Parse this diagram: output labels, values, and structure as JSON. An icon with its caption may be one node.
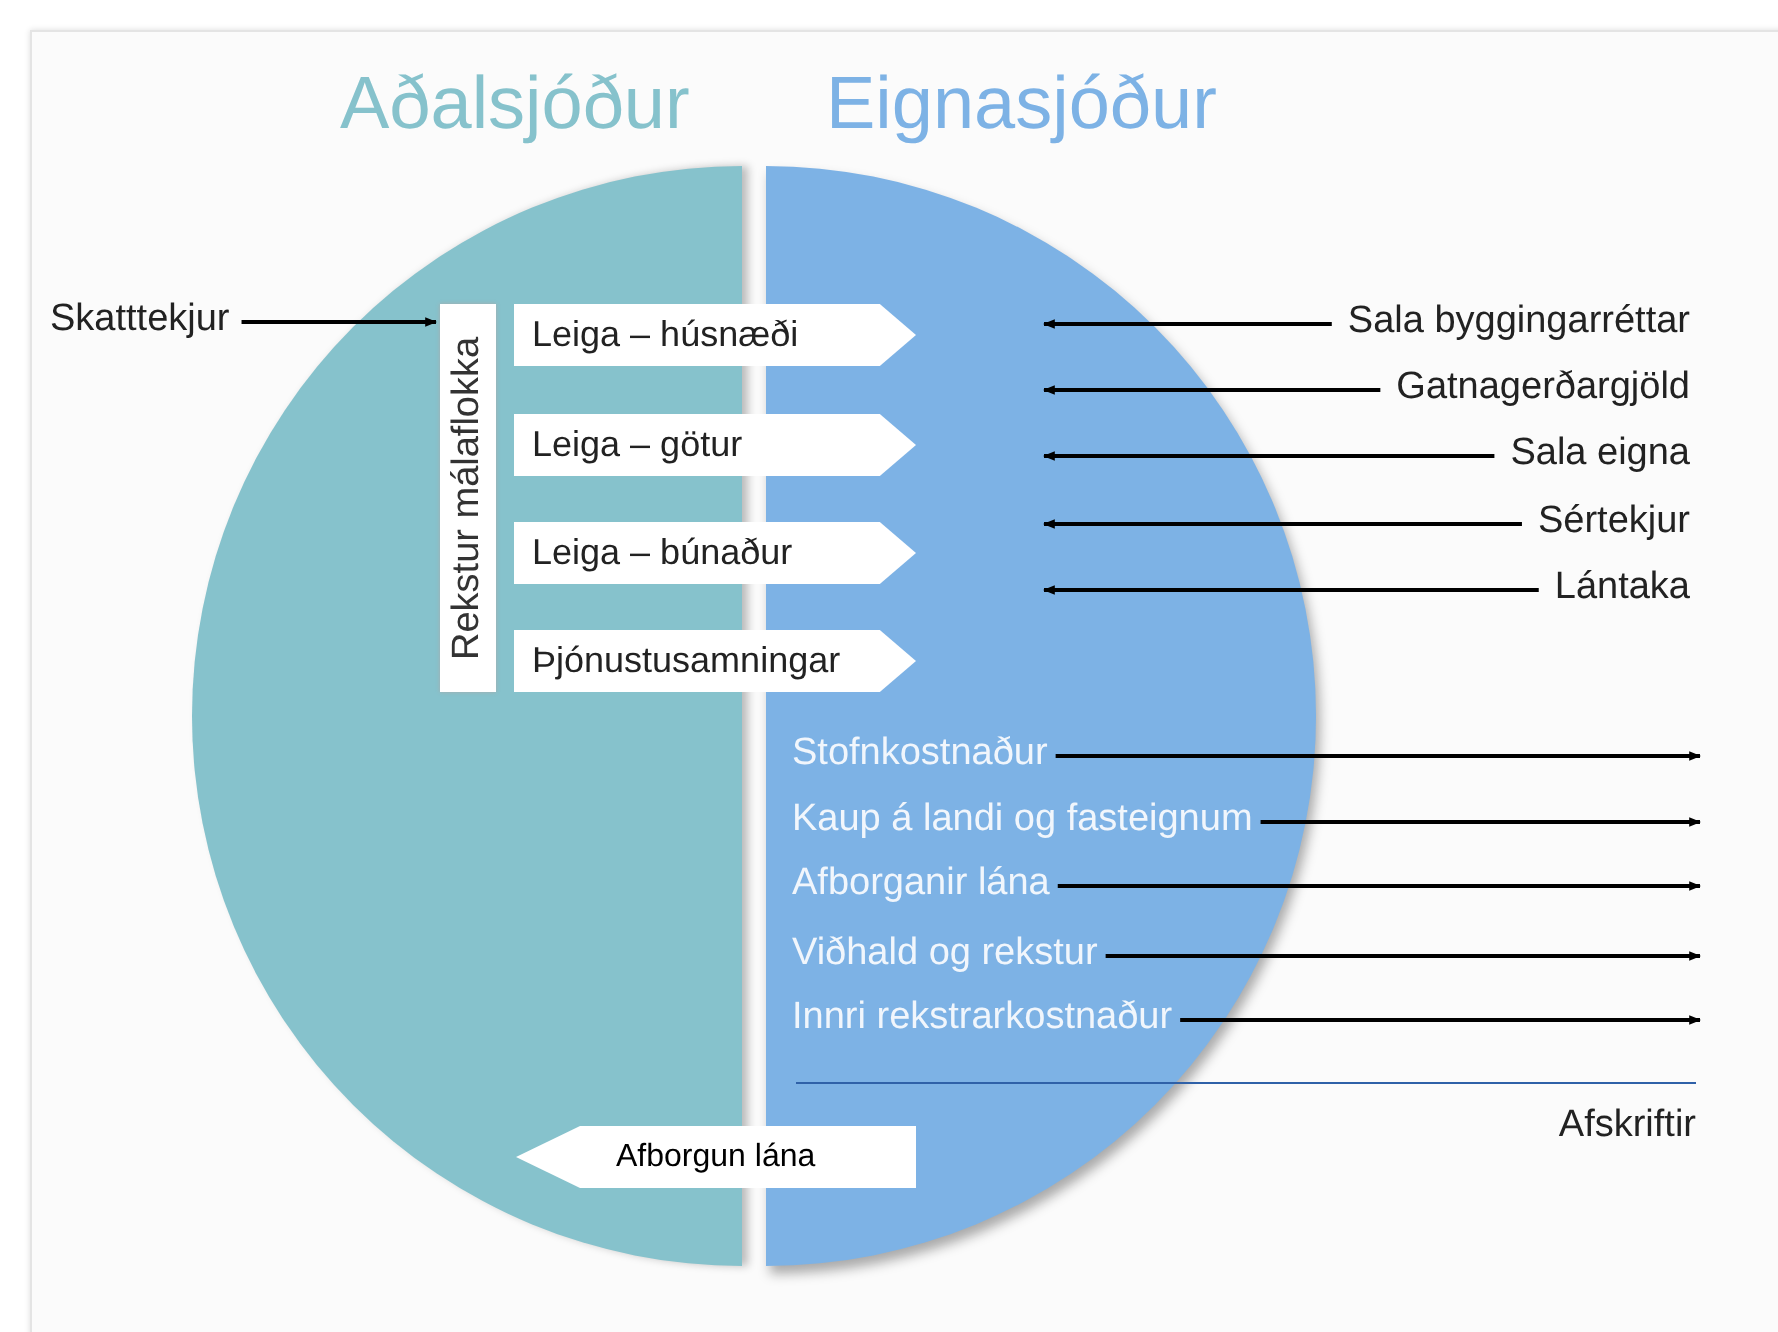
{
  "diagram": {
    "nodes": [
      {
        "text": [
          "Aðalsjóður"
        ]
      },
      {
        "text": [
          "Eignasjóður"
        ]
      },
      {
        "text": [
          "Skatttekjur"
        ]
      },
      {
        "text": [
          "Rekstur málaflokka"
        ],
        "in": 0
      },
      {
        "text": [
          "Leiga – húsnæði"
        ]
      },
      {
        "text": [
          "Leiga – götur"
        ]
      },
      {
        "text": [
          "Leiga – búnaður"
        ]
      },
      {
        "text": [
          "Þjónustusamningar"
        ]
      },
      {
        "text": [
          "Afborgun lána"
        ]
      },
      {
        "text": [
          "Sala byggingarréttar"
        ]
      },
      {
        "text": [
          "Gatnagerðargjöld"
        ]
      },
      {
        "text": [
          "Sala eigna"
        ]
      },
      {
        "text": [
          "Sértekjur"
        ]
      },
      {
        "text": [
          "Lántaka"
        ]
      },
      {
        "text": [
          "Stofnkostnaður"
        ],
        "in": 1
      },
      {
        "text": [
          "Kaup á landi og fasteignum"
        ],
        "in": 1
      },
      {
        "text": [
          "Afborganir lána"
        ],
        "in": 1
      },
      {
        "text": [
          "Viðhald og rekstur"
        ],
        "in": 1
      },
      {
        "text": [
          "Innri rekstrarkostnaður"
        ],
        "in": 1
      }
    ],
    "edges": [
      {
        "from": 2,
        "to": 3,
        "arrow": "to"
      },
      {
        "from": 9,
        "to": null,
        "arrow": "to"
      },
      {
        "from": 10,
        "to": null,
        "arrow": "to"
      },
      {
        "from": 11,
        "to": null,
        "arrow": "to"
      },
      {
        "from": 12,
        "to": null,
        "arrow": "to"
      },
      {
        "from": 13,
        "to": null,
        "arrow": "to"
      },
      {
        "from": 14,
        "to": null,
        "arrow": "to"
      },
      {
        "from": 15,
        "to": null,
        "arrow": "to"
      },
      {
        "from": 16,
        "to": null,
        "arrow": "to"
      },
      {
        "from": 17,
        "to": null,
        "arrow": "to"
      },
      {
        "from": 18,
        "to": null,
        "arrow": "to"
      }
    ],
    "labels": [
      "Afskriftir"
    ]
  }
}
